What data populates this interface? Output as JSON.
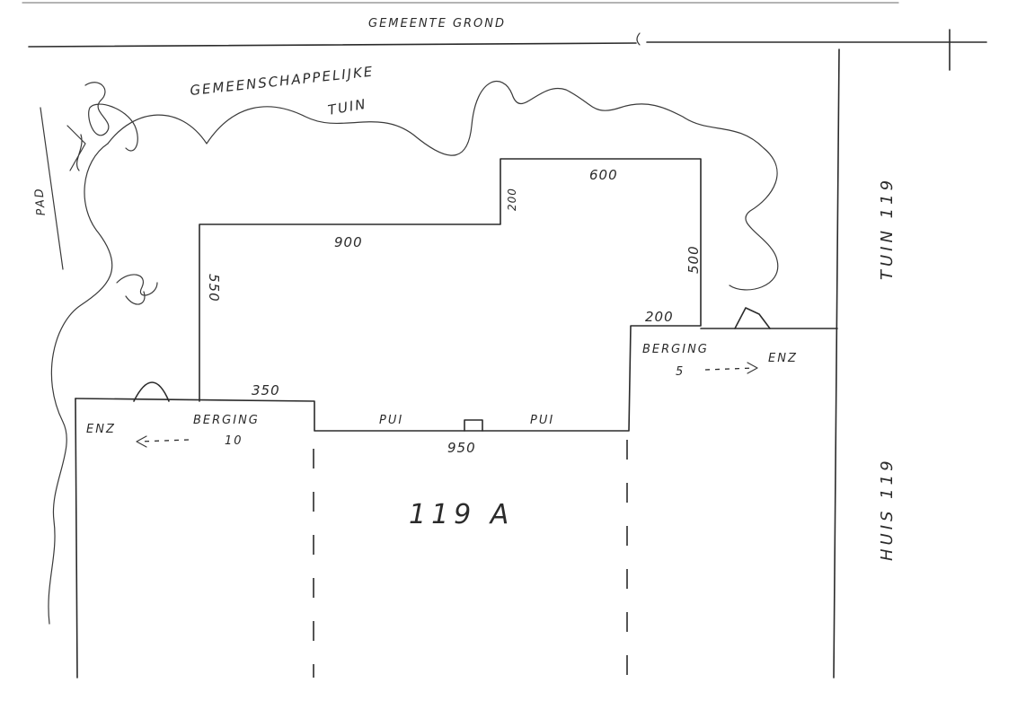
{
  "labels": {
    "gemeente_grond": "GEMEENTE GROND",
    "gemeenschappelijke": "GEMEENSCHAPPELIJKE",
    "tuin_common": "TUIN",
    "pad": "PAD",
    "tuin_119": "TUIN 119",
    "huis_119": "HUIS 119",
    "unit_119a": "119 A",
    "berging_left": "BERGING",
    "berging_left_num": "10",
    "berging_right": "BERGING",
    "berging_right_num": "5",
    "enz_left": "ENZ",
    "enz_right": "ENZ",
    "pui_left": "PUI",
    "pui_right": "PUI"
  },
  "dimensions": {
    "d900": "900",
    "d550": "550",
    "d350": "350",
    "d200_top": "200",
    "d600": "600",
    "d500": "500",
    "d200_right": "200",
    "d950": "950"
  }
}
